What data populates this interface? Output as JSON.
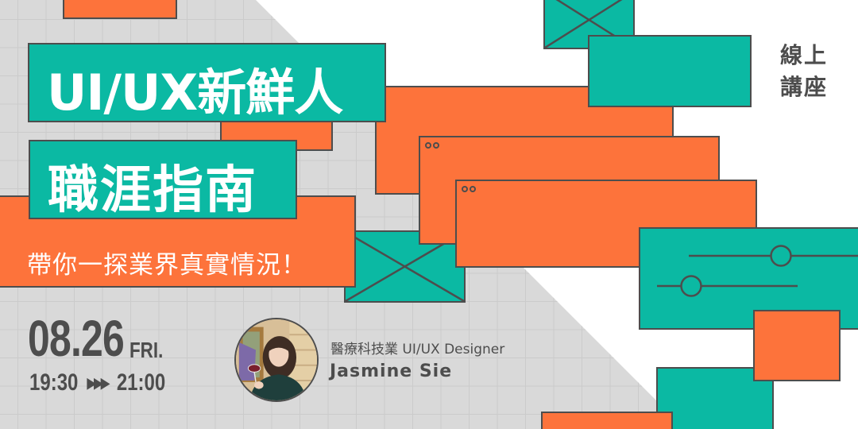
{
  "banner": {
    "title_line1": "UI/UX新鮮人",
    "title_line2": "職涯指南",
    "subtitle": "帶你一探業界真實情況！",
    "event_type_line1": "線上",
    "event_type_line2": "講座"
  },
  "schedule": {
    "date": "08.26",
    "weekday": "FRI.",
    "start_time": "19:30",
    "arrow": "▶▶▶",
    "end_time": "21:00"
  },
  "speaker": {
    "role": "醫療科技業 UI/UX Designer",
    "name": "Jasmine Sie",
    "avatar_icon": "speaker-photo"
  },
  "theme": {
    "teal": "#0bb9a3",
    "orange": "#fd733b",
    "outline": "#4d4d4d",
    "grid_bg": "#d9d9d9",
    "text_dark": "#4d4d4d",
    "text_light": "#ffffff"
  }
}
